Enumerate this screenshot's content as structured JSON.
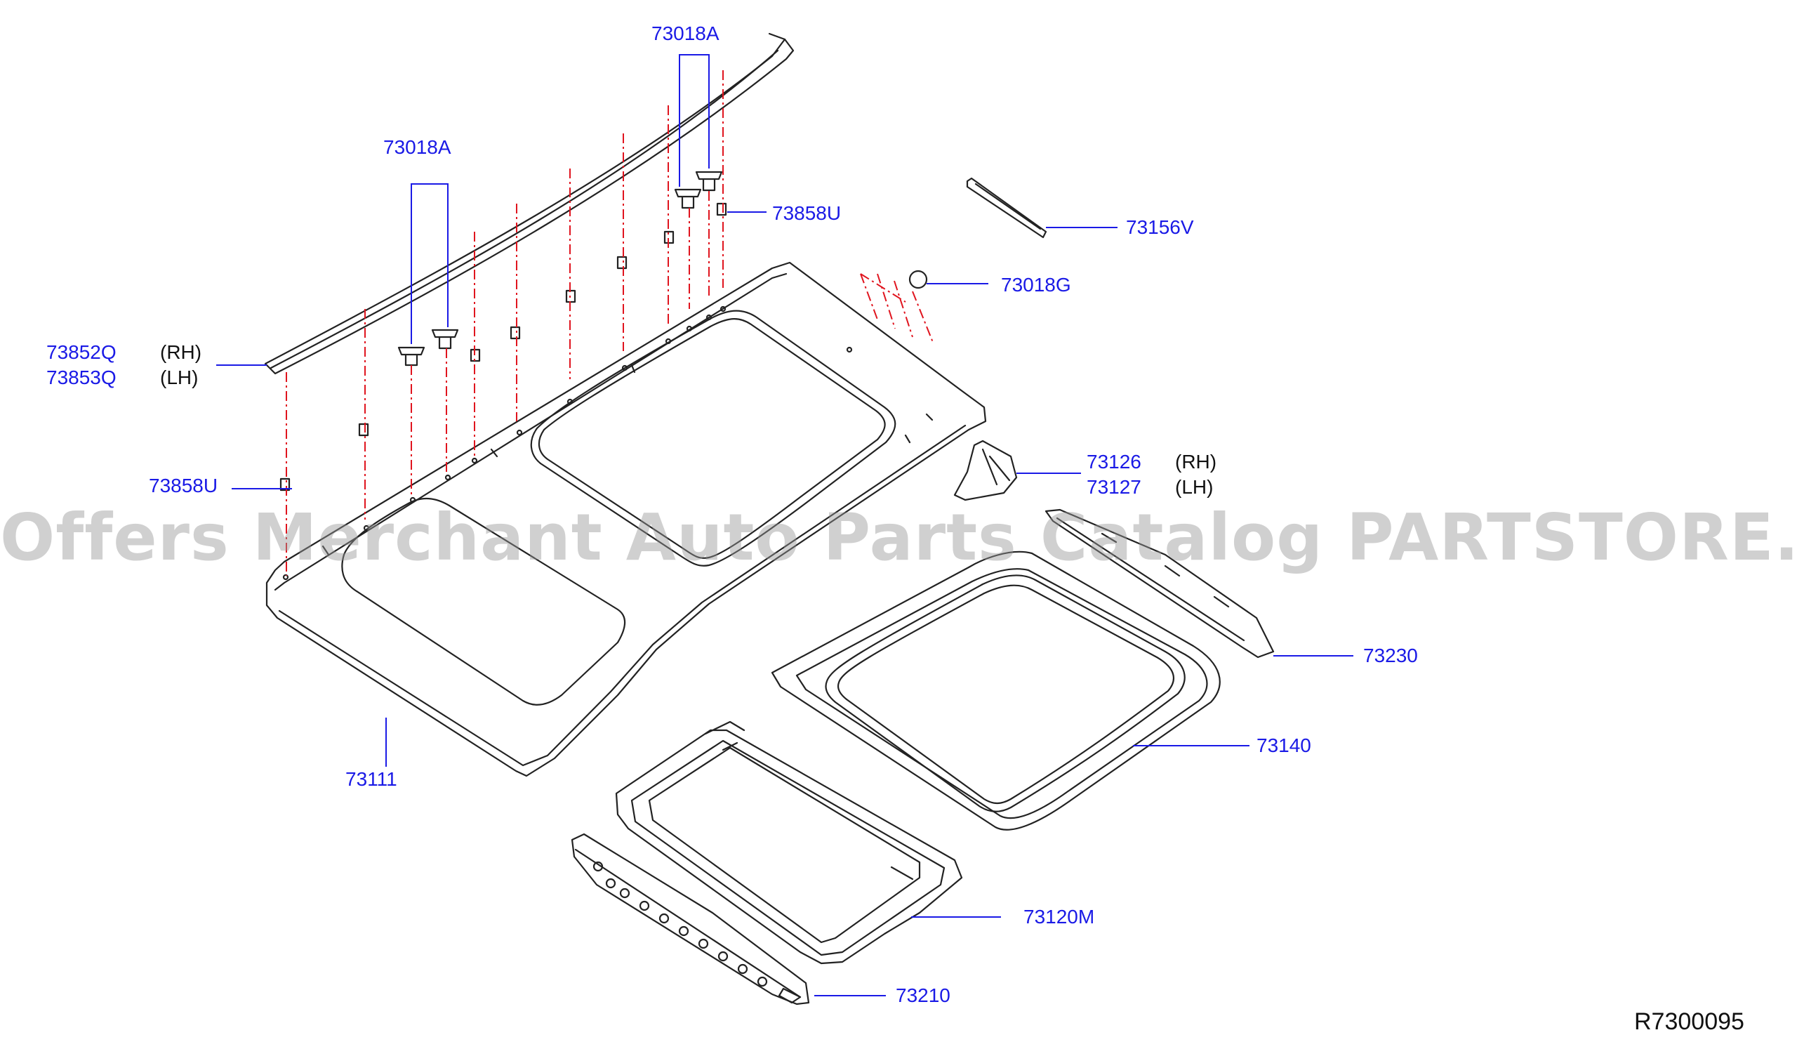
{
  "parts": {
    "p73018A_top": "73018A",
    "p73018A_mid": "73018A",
    "p73858U_right": "73858U",
    "p73858U_left": "73858U",
    "p73156V": "73156V",
    "p73018G": "73018G",
    "p73852Q": "73852Q",
    "p73853Q": "73853Q",
    "p73126": "73126",
    "p73127": "73127",
    "p73111": "73111",
    "p73230": "73230",
    "p73140": "73140",
    "p73120M": "73120M",
    "p73210": "73210"
  },
  "sides": {
    "rh_1": "(RH)",
    "lh_1": "(LH)",
    "rh_2": "(RH)",
    "lh_2": "(LH)"
  },
  "diagram_code": "R7300095",
  "watermark": "Offers Merchant Auto Parts Catalog PARTSTORE.SA",
  "colors": {
    "part_number": "#1a1ae6",
    "leader_line": "#1a1ae6",
    "dash_line": "#e0141e",
    "drawing": "#222222"
  }
}
